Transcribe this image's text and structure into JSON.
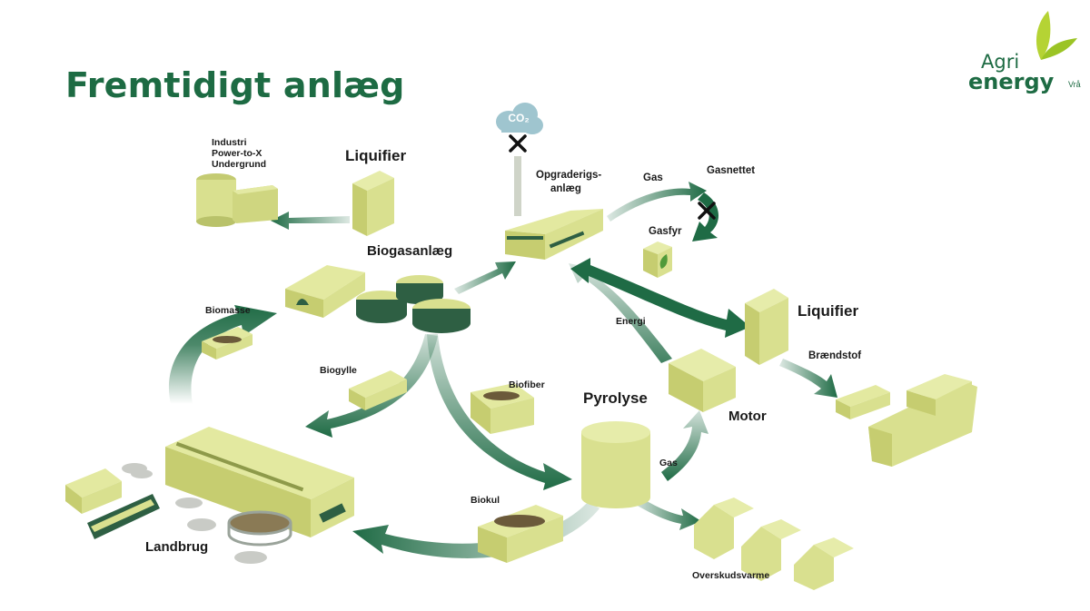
{
  "title": "Fremtidigt anlæg",
  "logo": {
    "line1": "Agri",
    "line2": "energy",
    "suffix": "Vrå"
  },
  "colors": {
    "title_green": "#1d6b43",
    "arrow_green": "#1f6b45",
    "building_fill": "#d9e08f",
    "building_shade": "#b9c26a",
    "tank_dark": "#2e5f43",
    "leaf_green": "#b5d334"
  },
  "labels": {
    "industri": "Industri",
    "power_to_x": "Power-to-X",
    "undergrund": "Undergrund",
    "liquifier_top": "Liquifier",
    "biogasanlaeg": "Biogasanlæg",
    "biomasse": "Biomasse",
    "co2": "CO₂",
    "opgraderingsanlaeg_1": "Opgraderigs-",
    "opgraderingsanlaeg_2": "anlæg",
    "gas_top": "Gas",
    "gasnettet": "Gasnettet",
    "gasfyr": "Gasfyr",
    "liquifier_right": "Liquifier",
    "energi": "Energi",
    "braendstof": "Brændstof",
    "biogylle": "Biogylle",
    "biofiber": "Biofiber",
    "pyrolyse": "Pyrolyse",
    "motor": "Motor",
    "gas_bottom": "Gas",
    "biokul": "Biokul",
    "landbrug": "Landbrug",
    "overskudsvarme": "Overskudsvarme"
  },
  "icons": [
    "co2-cloud-icon",
    "blocked-x-icon",
    "flame-leaf-icon",
    "leaf-logo-icon"
  ]
}
